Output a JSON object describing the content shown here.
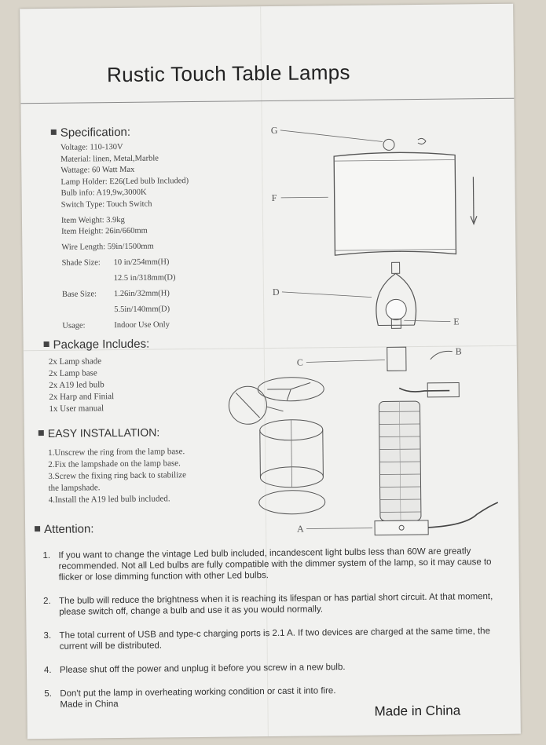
{
  "title": "Rustic Touch Table Lamps",
  "specification": {
    "heading": "Specification:",
    "rows": [
      {
        "key": "Voltage: 110-130V"
      },
      {
        "key": "Material: linen, Metal,Marble"
      },
      {
        "key": "Wattage: 60 Watt Max"
      },
      {
        "key": "Lamp Holder: E26(Led bulb Included)"
      },
      {
        "key": "Bulb info: A19,9w,3000K"
      },
      {
        "key": "Switch Type:  Touch  Switch"
      },
      {
        "key": "Item Weight:  3.9kg"
      },
      {
        "key": "Item Height:  26in/660mm"
      },
      {
        "key": "Wire Length:  59in/1500mm"
      },
      {
        "key": "Shade Size:",
        "values": [
          "10 in/254mm(H)",
          "12.5 in/318mm(D)"
        ]
      },
      {
        "key": "Base Size:",
        "values": [
          "1.26in/32mm(H)",
          "5.5in/140mm(D)"
        ]
      },
      {
        "key": "Usage:",
        "values": [
          "Indoor Use Only"
        ]
      }
    ]
  },
  "package": {
    "heading": "Package Includes:",
    "items": [
      "2x Lamp shade",
      "2x Lamp base",
      "2x A19 led bulb",
      "2x Harp and Finial",
      "1x User manual"
    ]
  },
  "installation": {
    "heading": "EASY INSTALLATION:",
    "steps": [
      "1.Unscrew the ring from the lamp base.",
      "2.Fix the lampshade on the lamp base.",
      "3.Screw the fixing ring back to stabilize",
      "the lampshade.",
      "4.Install the A19 led bulb included."
    ]
  },
  "diagram_labels": {
    "g": "G",
    "f": "F",
    "d": "D",
    "e": "E",
    "c": "C",
    "b": "B",
    "a": "A"
  },
  "attention": {
    "heading": "Attention:",
    "items": [
      {
        "num": "1.",
        "text": "If you want to change the vintage Led bulb included, incandescent light bulbs less than 60W are greatly recommended. Not all Led bulbs are fully compatible with the dimmer system of the lamp, so it may cause to flicker or lose dimming function with other Led bulbs."
      },
      {
        "num": "2.",
        "text": "The bulb will reduce the brightness when it is reaching its lifespan or has partial short circuit. At that moment, please switch off, change a bulb and use it as you would normally."
      },
      {
        "num": "3.",
        "text": "The total current of USB and type-c charging ports is 2.1 A. If two devices are charged at the same time, the current will be distributed."
      },
      {
        "num": "4.",
        "text": "Please shut off the power and unplug it before you screw in a new bulb."
      },
      {
        "num": "5.",
        "text": "Don't put the lamp in overheating working condition or cast it into fire."
      }
    ],
    "trailing": "Made in China"
  },
  "made_in": "Made in China"
}
